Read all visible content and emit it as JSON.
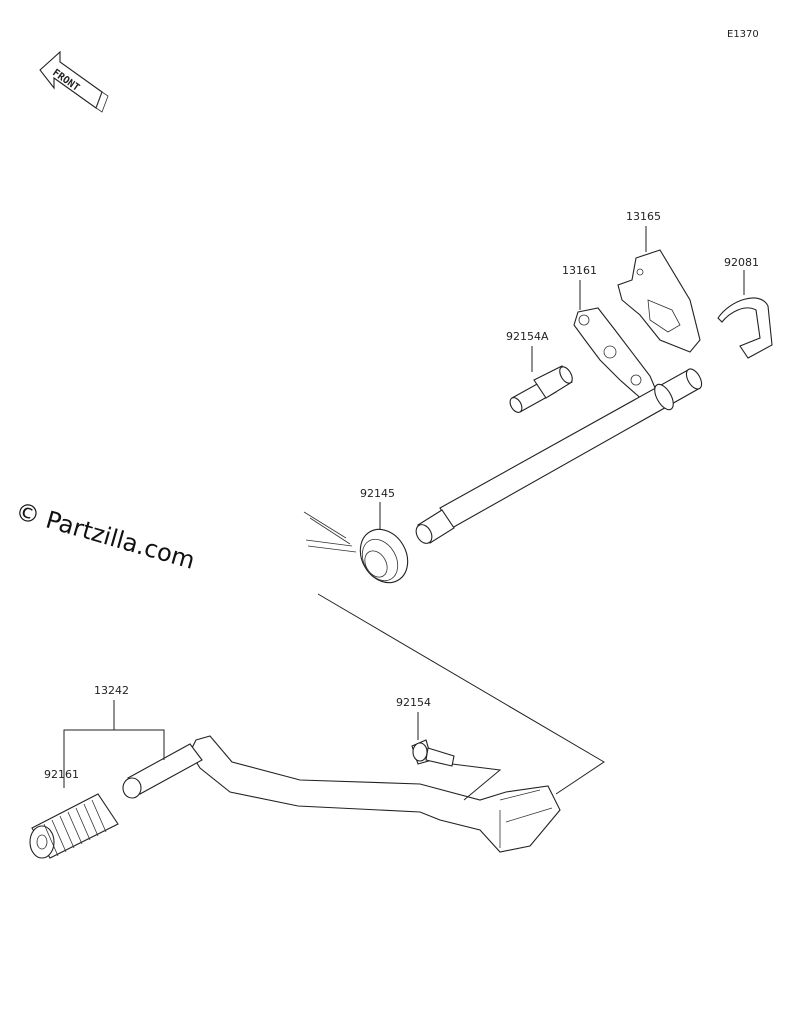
{
  "diagram": {
    "code": "E1370",
    "front_label": "FRONT",
    "watermark": "© Partzilla.com",
    "parts": [
      {
        "id": "13165",
        "label": "13165"
      },
      {
        "id": "92081",
        "label": "92081"
      },
      {
        "id": "13161",
        "label": "13161"
      },
      {
        "id": "92154A",
        "label": "92154A"
      },
      {
        "id": "92145",
        "label": "92145"
      },
      {
        "id": "13242",
        "label": "13242"
      },
      {
        "id": "92154",
        "label": "92154"
      },
      {
        "id": "92161",
        "label": "92161"
      }
    ]
  }
}
